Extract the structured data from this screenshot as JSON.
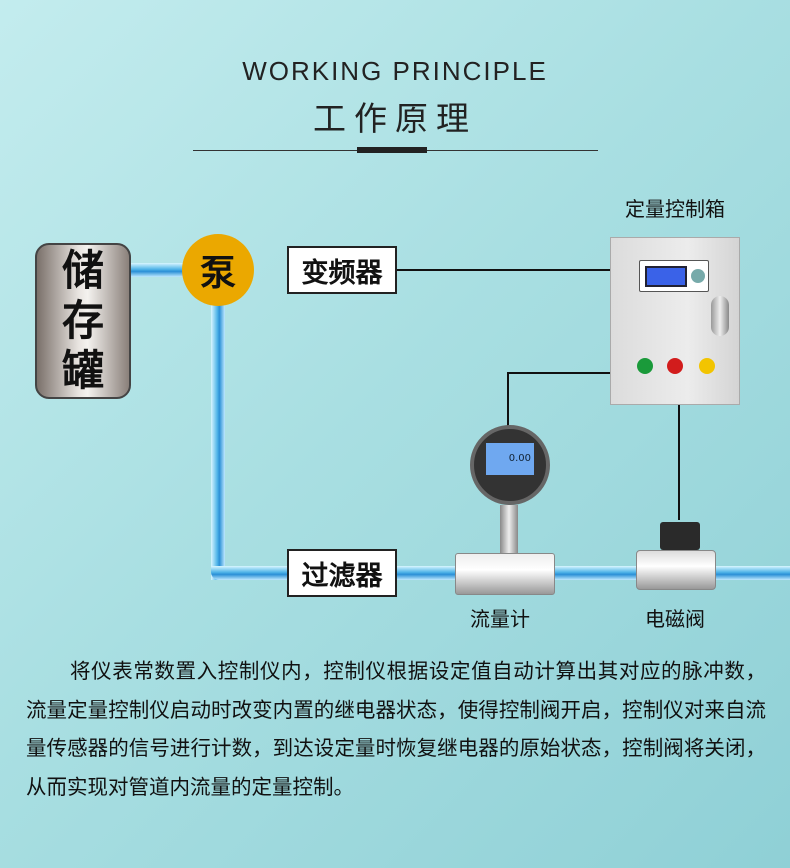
{
  "header": {
    "title_en": "WORKING PRINCIPLE",
    "title_cn": "工作原理"
  },
  "diagram": {
    "tank": [
      "储",
      "存",
      "罐"
    ],
    "pump": "泵",
    "vfd": "变频器",
    "filter": "过滤器",
    "control_box": "定量控制箱",
    "flow_meter": "流量计",
    "flow_meter_reading": "0.00",
    "solenoid_valve": "电磁阀"
  },
  "description": "将仪表常数置入控制仪内，控制仪根据设定值自动计算出其对应的脉冲数，流量定量控制仪启动时改变内置的继电器状态，使得控制阀开启，控制仪对来自流量传感器的信号进行计数，到达设定量时恢复继电器的原始状态，控制阀将关闭，从而实现对管道内流量的定量控制。",
  "colors": {
    "pump": "#eba800",
    "pipe": "#2a8fd6"
  }
}
